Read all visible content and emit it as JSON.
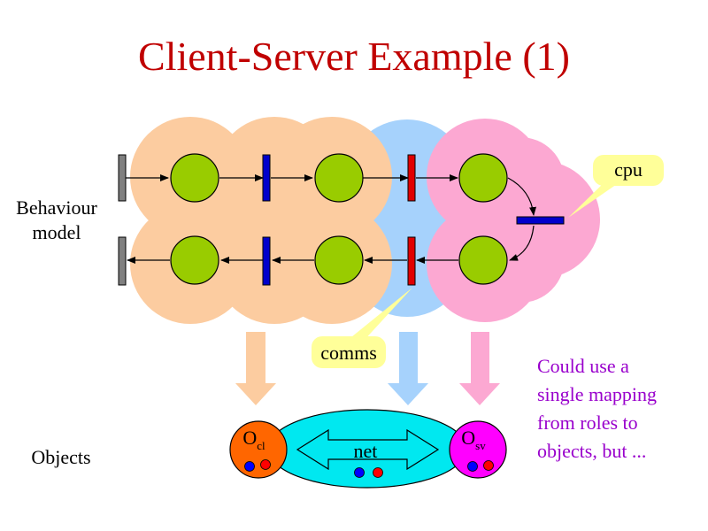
{
  "title": "Client-Server Example (1)",
  "labels": {
    "behaviour_model": "Behaviour\nmodel",
    "objects": "Objects"
  },
  "callouts": {
    "cpu": "cpu",
    "comms": "comms"
  },
  "objects": {
    "client": {
      "symbol": "O",
      "subscript": "cl"
    },
    "network": "net",
    "server": {
      "symbol": "O",
      "subscript": "sv"
    }
  },
  "note": "Could use a\nsingle mapping\nfrom roles to\nobjects, but ...",
  "colors": {
    "title": "#c00000",
    "client_role": "#fccca0",
    "comms_role": "#a6d2fc",
    "server_role": "#fca8d2",
    "place": "#99cc00",
    "transition_client": "#0000cc",
    "transition_comms": "#e00000",
    "transition_boundary": "#808080",
    "network": "#00e8f0",
    "client_object": "#ff6600",
    "server_object": "#ff00ff",
    "note": "#9900cc",
    "callout": "#ffff99"
  }
}
